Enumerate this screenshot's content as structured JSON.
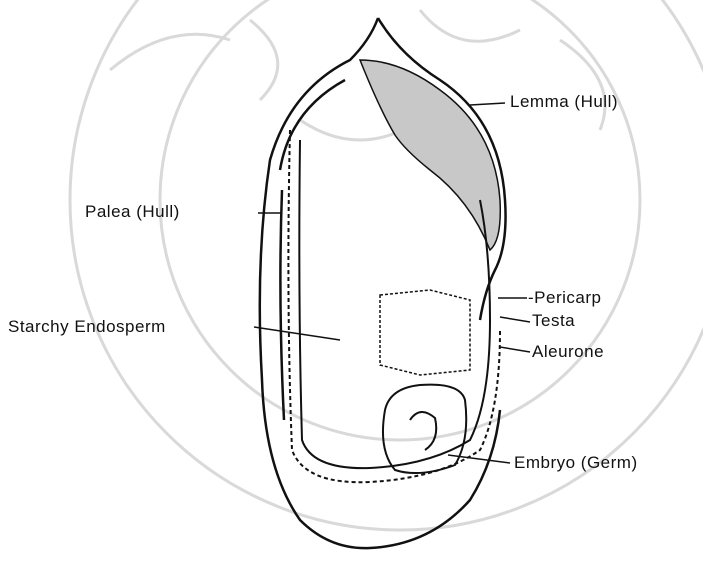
{
  "diagram": {
    "labels": {
      "lemma": "Lemma (Hull)",
      "palea": "Palea (Hull)",
      "pericarp": "-Pericarp",
      "testa": "Testa",
      "aleurone": "Aleurone",
      "endosperm": "Starchy Endosperm",
      "embryo": "Embryo (Germ)"
    }
  },
  "colors": {
    "ink": "#111111",
    "watermark": "#d9d9d9",
    "background": "#ffffff"
  }
}
